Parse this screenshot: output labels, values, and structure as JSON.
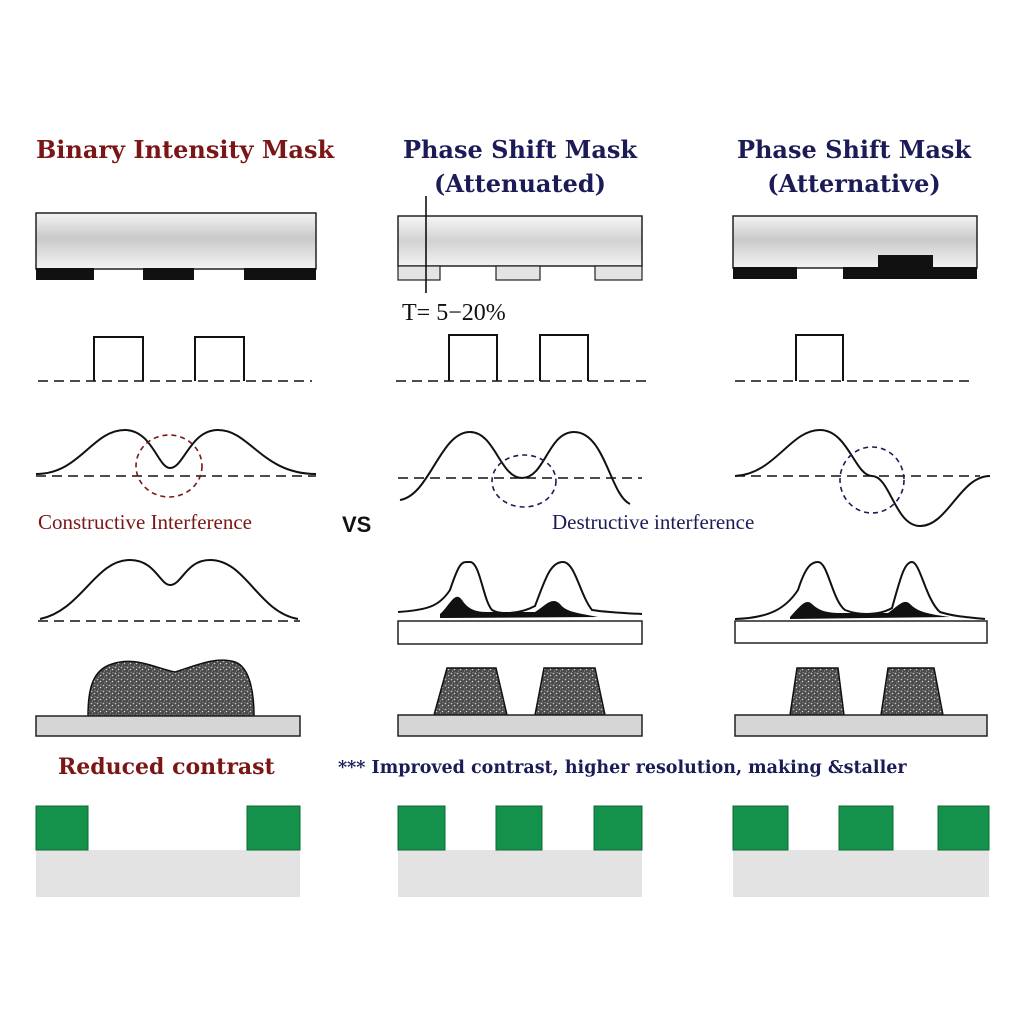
{
  "colors": {
    "dark_red": "#7a1616",
    "navy": "#1b1b58",
    "chrome": "#63b86a",
    "resist_green": "#14914a",
    "substrate_gray": "#e3e3e3"
  },
  "titles": {
    "binary": "Binary Intensity Mask",
    "att_line1": "Phase Shift Mask",
    "att_line2": "(Attenuated)",
    "alt_line1": "Phase Shift Mask",
    "alt_line2": "(Atternative)"
  },
  "transmission_label": "T= 5−20%",
  "constructive_label": "Constructive Interference",
  "vs_label": "VS",
  "destructive_label": "Destructive interference",
  "reduced_label": "Reduced contrast",
  "improved_label": "*** Improved contrast, higher resolution, making &staller"
}
